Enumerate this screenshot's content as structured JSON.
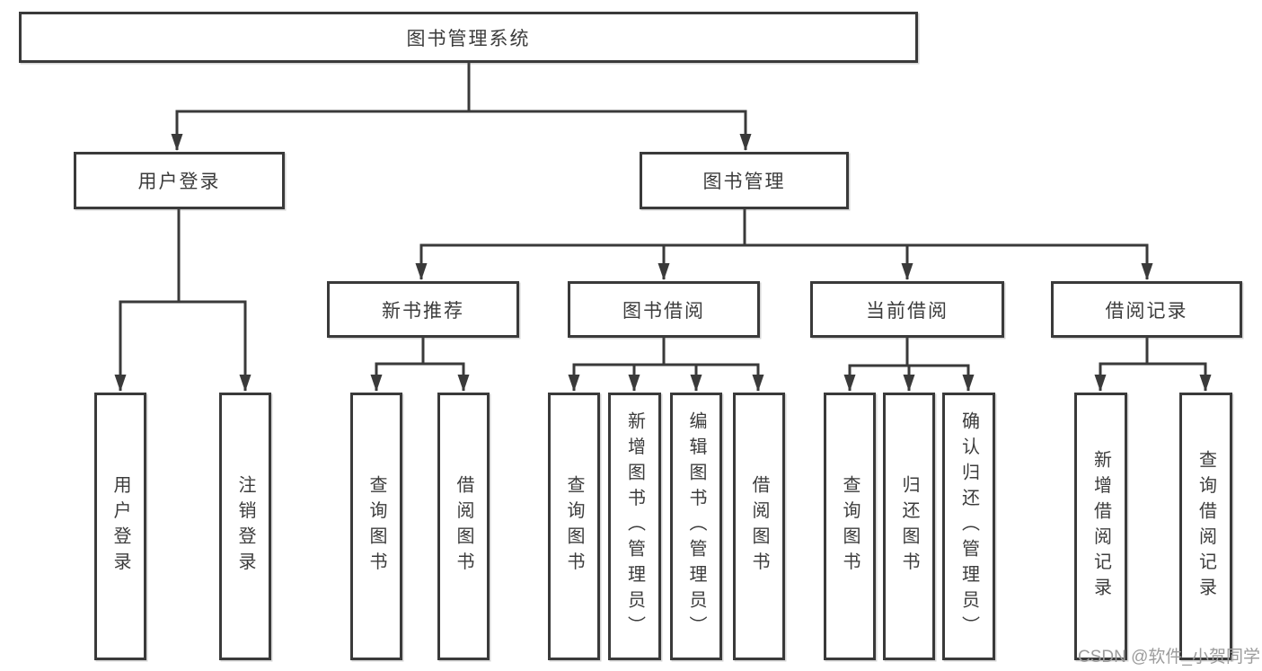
{
  "diagram": {
    "title_node": {
      "label": "图书管理系统"
    },
    "level2": [
      {
        "id": "user-login",
        "label": "用户登录"
      },
      {
        "id": "book-management",
        "label": "图书管理"
      }
    ],
    "level3": [
      {
        "id": "new-book-recommend",
        "label": "新书推荐",
        "parent": "图书管理"
      },
      {
        "id": "book-borrow",
        "label": "图书借阅",
        "parent": "图书管理"
      },
      {
        "id": "current-borrow",
        "label": "当前借阅",
        "parent": "图书管理"
      },
      {
        "id": "borrow-records",
        "label": "借阅记录",
        "parent": "图书管理"
      }
    ],
    "leaves": [
      {
        "label": "用户登录",
        "parent": "用户登录"
      },
      {
        "label": "注销登录",
        "parent": "用户登录"
      },
      {
        "label": "查询图书",
        "parent": "新书推荐"
      },
      {
        "label": "借阅图书",
        "parent": "新书推荐"
      },
      {
        "label": "查询图书",
        "parent": "图书借阅"
      },
      {
        "label": "新增图书（管理员）",
        "parent": "图书借阅"
      },
      {
        "label": "编辑图书（管理员）",
        "parent": "图书借阅"
      },
      {
        "label": "借阅图书",
        "parent": "图书借阅"
      },
      {
        "label": "查询图书",
        "parent": "当前借阅"
      },
      {
        "label": "归还图书",
        "parent": "当前借阅"
      },
      {
        "label": "确认归还（管理员）",
        "parent": "当前借阅"
      },
      {
        "label": "新增借阅记录",
        "parent": "借阅记录"
      },
      {
        "label": "查询借阅记录",
        "parent": "借阅记录"
      }
    ]
  },
  "watermark": {
    "text": "CSDN @软件_小贺同学"
  },
  "colors": {
    "line": "#3a3a3a",
    "text": "#3c3c3c",
    "watermark": "#9c9c9c",
    "background": "#ffffff"
  }
}
